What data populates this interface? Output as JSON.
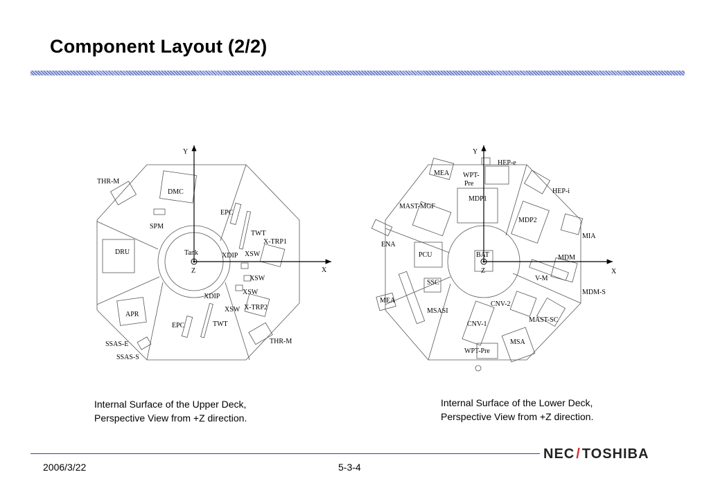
{
  "title": "Component Layout (2/2)",
  "upper": {
    "labels": {
      "y": "Y",
      "x": "X",
      "z": "Z",
      "tank": "Tank",
      "thr_m_top": "THR-M",
      "dmc": "DMC",
      "epc_top": "EPC",
      "spm": "SPM",
      "twt_top": "TWT",
      "xtrp1": "X-TRP1",
      "dru": "DRU",
      "xdip_top": "XDIP",
      "xsw1": "XSW",
      "xsw2": "XSW",
      "xsw3": "XSW",
      "xdip_bot": "XDIP",
      "xsw4": "XSW",
      "xtrp2": "X-TRP2",
      "apr": "APR",
      "epc_bot": "EPC",
      "twt_bot": "TWT",
      "thr_m_bot": "THR-M",
      "ssas_e": "SSAS-E",
      "ssas_s": "SSAS-S"
    },
    "caption": [
      "Internal Surface of the Upper Deck,",
      "Perspective View from +Z direction."
    ]
  },
  "lower": {
    "labels": {
      "y": "Y",
      "x": "X",
      "z": "Z",
      "bat": "BAT",
      "hep_e": "HEP-e",
      "mea_top": "MEA",
      "wpt_pre_top1": "WPT-",
      "wpt_pre_top2": "Pre",
      "hep_i": "HEP-i",
      "mdp1": "MDP1",
      "mast_mgf": "MAST-MGF",
      "mdp2": "MDP2",
      "mia": "MIA",
      "ena": "ENA",
      "pcu": "PCU",
      "mdm": "MDM",
      "v_m": "V-M",
      "mdm_s": "MDM-S",
      "ssc": "SSC",
      "mea_bot": "MEA",
      "cnv2": "CNV-2",
      "msasi": "MSASI",
      "mast_sc": "MAST-SC",
      "cnv1": "CNV-1",
      "msa": "MSA",
      "wpt_pre_bot": "WPT-Pre"
    },
    "caption": [
      "Internal Surface of the Lower Deck,",
      "Perspective View from +Z direction."
    ]
  },
  "footer": {
    "date": "2006/3/22",
    "page": "5-3-4",
    "logo_left": "NEC",
    "logo_slash": "/",
    "logo_right": "TOSHIBA"
  }
}
